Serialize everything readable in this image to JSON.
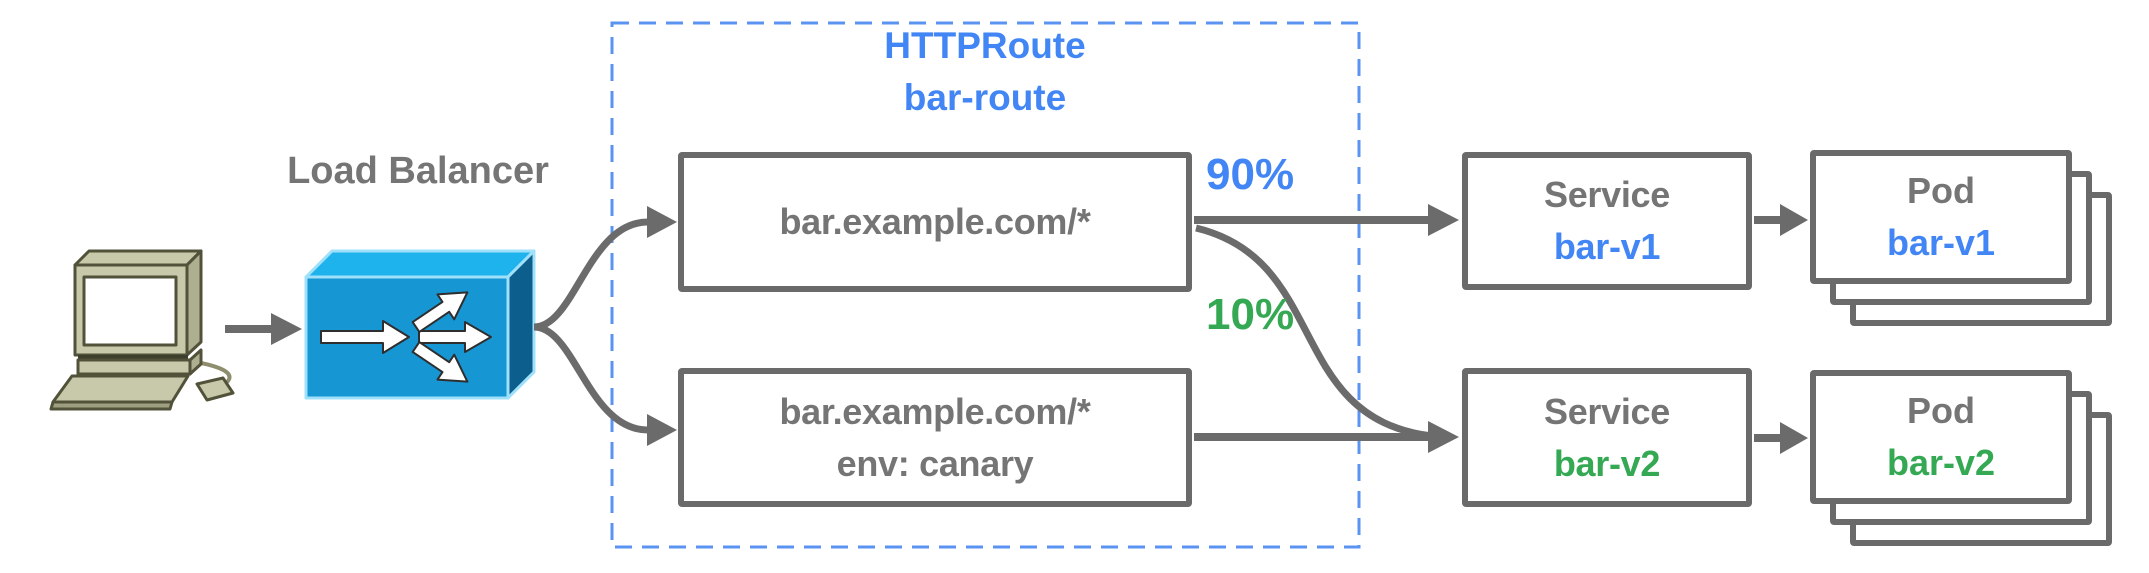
{
  "diagram": {
    "client": {
      "icon": "desktop-computer-icon"
    },
    "load_balancer": {
      "label": "Load Balancer",
      "icon": "load-balancer-icon"
    },
    "httproute_group": {
      "kind": "HTTPRoute",
      "name": "bar-route"
    },
    "routes": [
      {
        "match": "bar.example.com/*"
      },
      {
        "match": "bar.example.com/*",
        "header": "env: canary"
      }
    ],
    "weights": {
      "to_v1": "90%",
      "to_v2": "10%"
    },
    "services": [
      {
        "kind": "Service",
        "name": "bar-v1"
      },
      {
        "kind": "Service",
        "name": "bar-v2"
      }
    ],
    "pods": [
      {
        "kind": "Pod",
        "name": "bar-v1"
      },
      {
        "kind": "Pod",
        "name": "bar-v2"
      }
    ],
    "colors": {
      "blue": "#4285F4",
      "green": "#34A853",
      "gray_text": "#757575",
      "border_gray": "#6a6a6a",
      "dash_blue": "#5b93f2",
      "lb_top": "#1FB3EE",
      "lb_front": "#1796D4",
      "lb_side": "#0C5E8C"
    }
  }
}
